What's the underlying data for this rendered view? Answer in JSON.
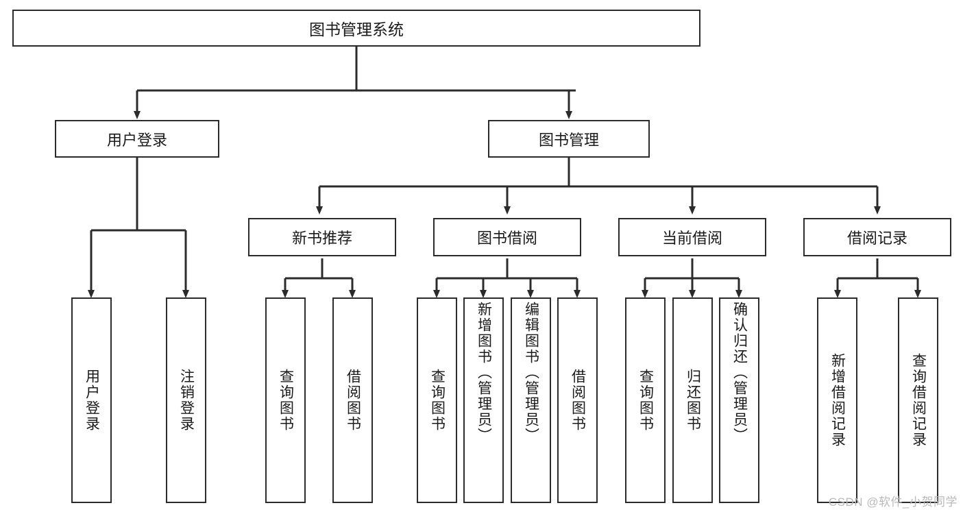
{
  "diagram": {
    "title": "图书管理系统",
    "type": "tree-hierarchy-diagram",
    "colors": {
      "box_border": "#2b2b2b",
      "box_fill": "#ffffff",
      "connector": "#2b2b2b",
      "text": "#1a1a1a",
      "watermark": "#b9b9b9"
    },
    "root": {
      "label": "图书管理系统"
    },
    "level2": [
      {
        "label": "用户登录"
      },
      {
        "label": "图书管理"
      }
    ],
    "level3": [
      {
        "label": "新书推荐"
      },
      {
        "label": "图书借阅"
      },
      {
        "label": "当前借阅"
      },
      {
        "label": "借阅记录"
      }
    ],
    "leaves": {
      "user_login": [
        {
          "label": "用户登录"
        },
        {
          "label": "注销登录"
        }
      ],
      "new_book": [
        {
          "label": "查询图书"
        },
        {
          "label": "借阅图书"
        }
      ],
      "book_borrow": [
        {
          "label": "查询图书"
        },
        {
          "label": "新增图书（管理员）"
        },
        {
          "label": "编辑图书（管理员）"
        },
        {
          "label": "借阅图书"
        }
      ],
      "current_borrow": [
        {
          "label": "查询图书"
        },
        {
          "label": "归还图书"
        },
        {
          "label": "确认归还（管理员）"
        }
      ],
      "borrow_record": [
        {
          "label": "新增借阅记录"
        },
        {
          "label": "查询借阅记录"
        }
      ]
    }
  },
  "watermark": {
    "text": "CSDN @软件_小贺同学"
  }
}
